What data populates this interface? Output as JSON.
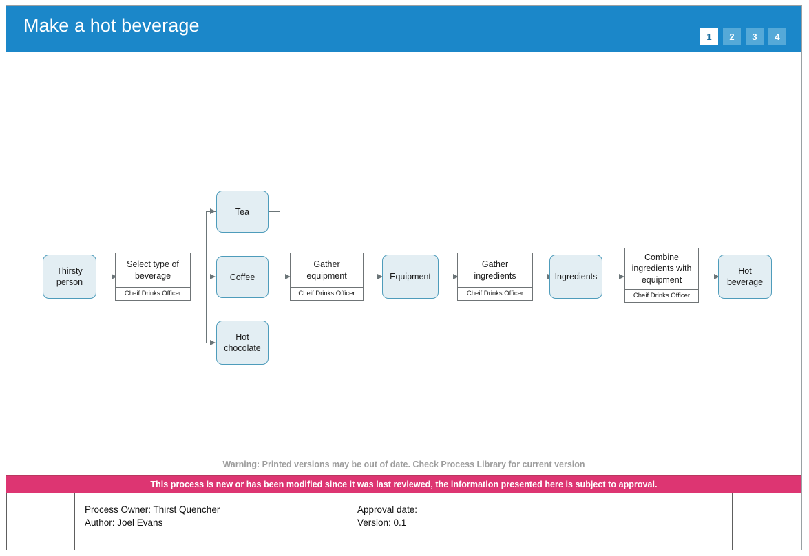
{
  "header": {
    "title": "Make a hot beverage",
    "pager": [
      {
        "label": "1",
        "active": true
      },
      {
        "label": "2",
        "active": false
      },
      {
        "label": "3",
        "active": false
      },
      {
        "label": "4",
        "active": false
      }
    ]
  },
  "colors": {
    "header_blue": "#1b87c9",
    "pager_inactive": "#55a9d8",
    "approval_pink": "#dd3572",
    "node_fill": "#e3eef3",
    "node_border": "#4e9cbb",
    "process_border": "#6f7476",
    "connector": "#6b7578",
    "warning_grey": "#9d9d9d"
  },
  "flow": {
    "nodes": [
      {
        "id": "thirsty-person",
        "type": "data",
        "label": "Thirsty person"
      },
      {
        "id": "select-beverage",
        "type": "process",
        "label": "Select type of beverage",
        "role": "Cheif Drinks Officer"
      },
      {
        "id": "tea",
        "type": "data",
        "label": "Tea"
      },
      {
        "id": "coffee",
        "type": "data",
        "label": "Coffee"
      },
      {
        "id": "hot-chocolate",
        "type": "data",
        "label": "Hot chocolate"
      },
      {
        "id": "gather-equipment",
        "type": "process",
        "label": "Gather equipment",
        "role": "Cheif Drinks Officer"
      },
      {
        "id": "equipment",
        "type": "data",
        "label": "Equipment"
      },
      {
        "id": "gather-ingredients",
        "type": "process",
        "label": "Gather ingredients",
        "role": "Cheif Drinks Officer"
      },
      {
        "id": "ingredients",
        "type": "data",
        "label": "Ingredients"
      },
      {
        "id": "combine",
        "type": "process",
        "label": "Combine ingredients with equipment",
        "role": "Cheif Drinks Officer"
      },
      {
        "id": "hot-beverage",
        "type": "data",
        "label": "Hot beverage"
      }
    ]
  },
  "footer": {
    "warning": "Warning: Printed versions may be out of date. Check Process Library for current version",
    "approval_notice": "This process is new or has been modified since it was last reviewed, the information presented here is subject to approval.",
    "meta_left": [
      "Process Owner: Thirst Quencher",
      "Author: Joel Evans"
    ],
    "meta_right": [
      "Approval date:",
      "Version: 0.1"
    ]
  }
}
